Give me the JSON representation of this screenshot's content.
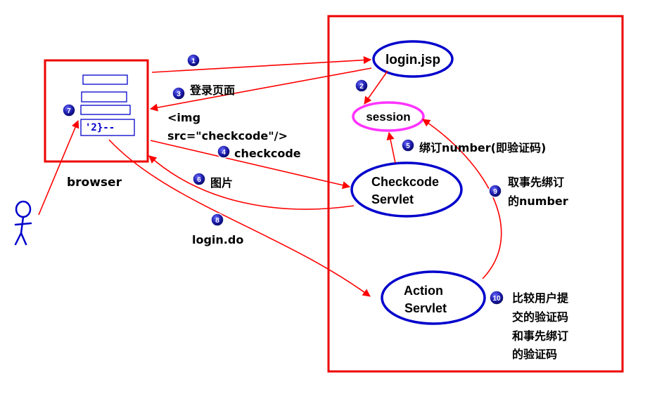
{
  "colors": {
    "flow_red": "#ff0000",
    "node_blue": "#0000cc",
    "session_magenta": "#ff33ff",
    "badge_fill": "#1a1aa8",
    "user_blue": "#0000cc"
  },
  "nodes": {
    "browser_label": "browser",
    "login_jsp": "login.jsp",
    "session": "session",
    "checkcode_servlet_line1": "Checkcode",
    "checkcode_servlet_line2": "Servlet",
    "action_servlet_line1": "Action",
    "action_servlet_line2": "Servlet"
  },
  "browser_form": {
    "captcha_scribble": "'2}--"
  },
  "steps": {
    "s1": {
      "num": "1"
    },
    "s2": {
      "num": "2"
    },
    "s3": {
      "num": "3",
      "label": "登录页面"
    },
    "s4": {
      "num": "4",
      "label": "checkcode"
    },
    "s5": {
      "num": "5",
      "label": "绑订number(即验证码)"
    },
    "s6": {
      "num": "6",
      "label": "图片"
    },
    "s7": {
      "num": "7"
    },
    "s8": {
      "num": "8",
      "label": "login.do"
    },
    "s9": {
      "num": "9",
      "label_line1": "取事先绑订",
      "label_line2": "的number"
    },
    "s10": {
      "num": "10",
      "label_line1": "比较用户提",
      "label_line2": "交的验证码",
      "label_line3": "和事先绑订",
      "label_line4": "的验证码"
    }
  },
  "img_tag": {
    "line1": "<img",
    "line2": "src=\"checkcode\"/>"
  },
  "icons": {
    "user": "stick-figure-user-icon",
    "badge": "numbered-circle-badge"
  }
}
